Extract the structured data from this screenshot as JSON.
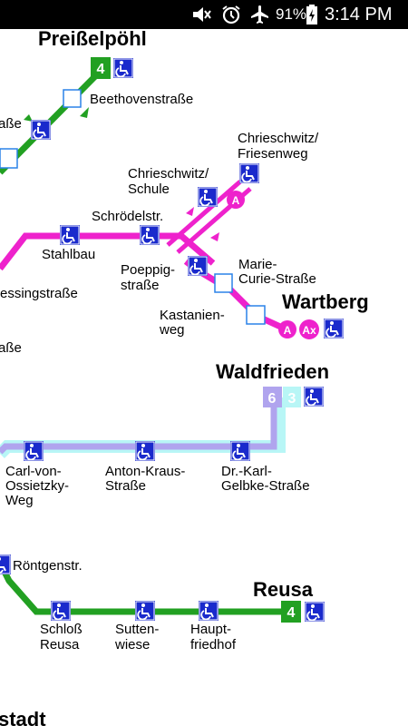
{
  "status_bar": {
    "battery": "91%",
    "time": "3:14 PM",
    "icons": [
      "notifications-off-icon",
      "alarm-icon",
      "airplane-mode-icon",
      "battery-charging-icon"
    ]
  },
  "map": {
    "colors": {
      "green_line": "#22a022",
      "magenta_line": "#ee22cc",
      "lavender_line": "#b0a4ee",
      "cyan_line": "#b8f6f6",
      "station_blue": "#1a2acc"
    },
    "stops": {
      "preisselpoehl": "Preißelpöhl",
      "beethovenstrasse": "Beethovenstraße",
      "strasse_cut_1": "aße",
      "chrieschwitz_friesenweg": [
        "Chrieschwitz/",
        "Friesenweg"
      ],
      "chrieschwitz_schule": [
        "Chrieschwitz/",
        "Schule"
      ],
      "schroedelstr": "Schrödelstr.",
      "stahlbau": "Stahlbau",
      "lessingstrasse": "essingstraße",
      "strasse_cut_2": "aße",
      "poeppigstrasse": [
        "Poeppig-",
        "straße"
      ],
      "marie_curie_strasse": [
        "Marie-",
        "Curie-Straße"
      ],
      "kastanienweg": [
        "Kastanien-",
        "weg"
      ],
      "wartberg": "Wartberg",
      "waldfrieden": "Waldfrieden",
      "carl_von_ossietzky_weg": [
        "Carl-von-",
        "Ossietzky-",
        "Weg"
      ],
      "anton_kraus_strasse": [
        "Anton-Kraus-",
        "Straße"
      ],
      "dr_karl_gelbke_strasse": [
        "Dr.-Karl-",
        "Gelbke-Straße"
      ],
      "roentgenstr": "Röntgenstr.",
      "reusa": "Reusa",
      "schloss_reusa": [
        "Schloß",
        "Reusa"
      ],
      "suttenwiese": [
        "Sutten-",
        "wiese"
      ],
      "hauptfriedhof": [
        "Haupt-",
        "friedhof"
      ],
      "stadt_cut": "stadt"
    },
    "line_badges": {
      "preisselpoehl_line": "4",
      "reusa_line": "4",
      "waldfrieden_line_6": "6",
      "waldfrieden_line_3": "3",
      "bus_a": "A",
      "wartberg_bus_a": "A",
      "wartberg_bus_ax": "Ax"
    }
  }
}
